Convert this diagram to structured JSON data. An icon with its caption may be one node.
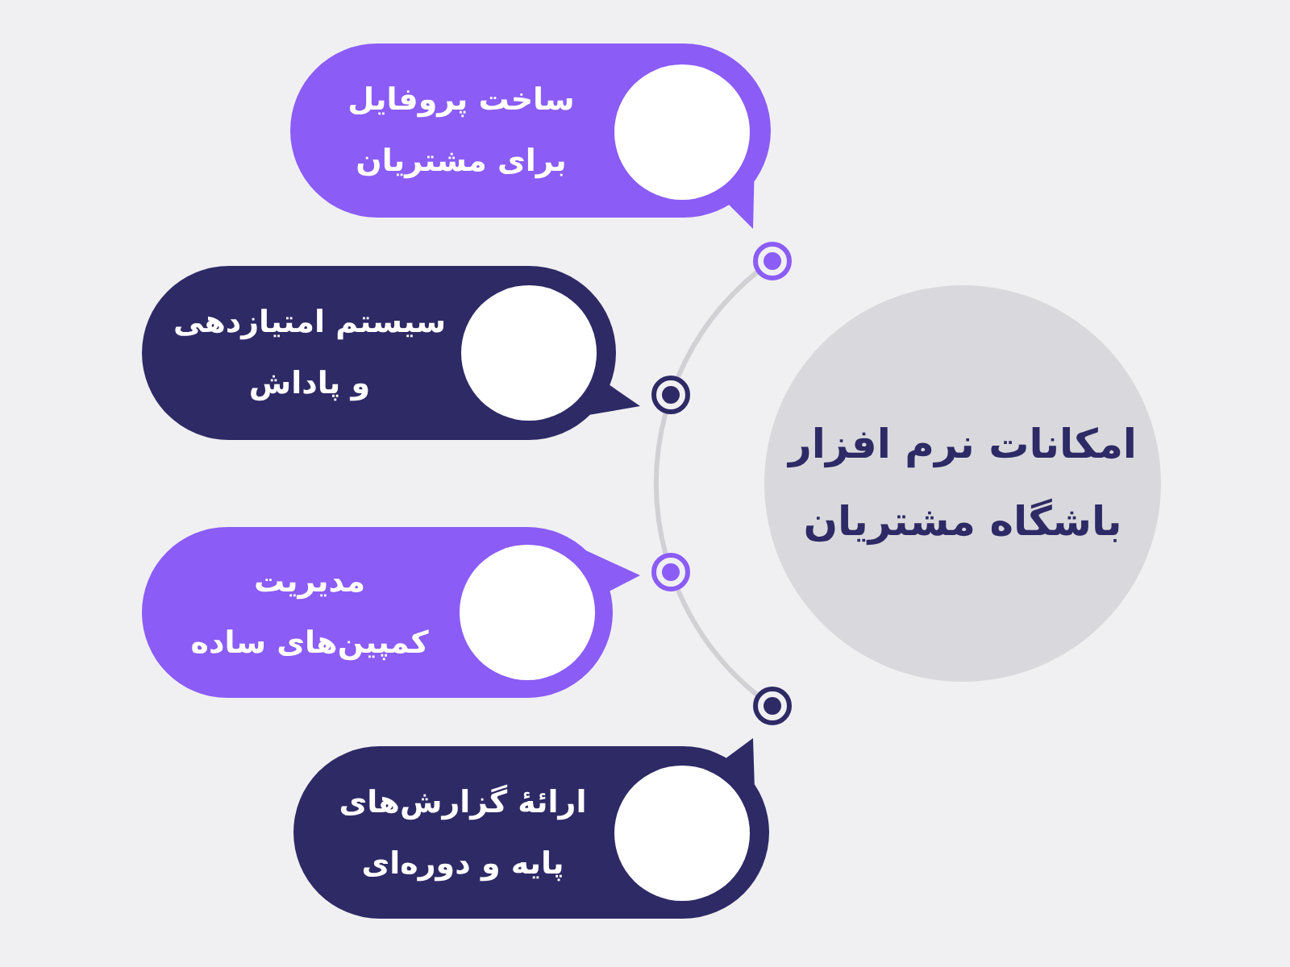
{
  "diagram": {
    "nodes": [
      {
        "text": [
          "امکانات نرم افزار باشگاه مشتریان"
        ]
      },
      {
        "text": [
          "ساخت پروفایل برای مشتریان"
        ]
      },
      {
        "text": [
          "سیستم امتیازدهی و پاداش"
        ]
      },
      {
        "text": [
          "مدیریت کمپین‌های ساده"
        ]
      },
      {
        "text": [
          "ارائهٔ گزارش‌های پایه و دوره‌ای"
        ]
      },
      {
        "text": [],
        "shape": "circle"
      },
      {
        "text": [],
        "shape": "circle"
      },
      {
        "text": [],
        "shape": "circle"
      },
      {
        "text": [],
        "shape": "circle"
      }
    ],
    "edges": [
      {
        "from": 5,
        "to": 6,
        "arrow": "none"
      },
      {
        "from": 6,
        "to": 7,
        "arrow": "none"
      },
      {
        "from": 7,
        "to": 8,
        "arrow": "none"
      }
    ]
  }
}
